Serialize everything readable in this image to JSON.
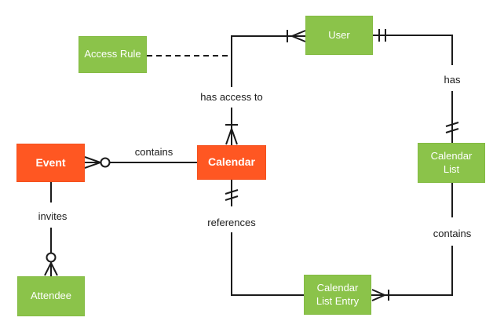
{
  "diagram": {
    "type": "entity-relationship",
    "notation": "crows-foot",
    "background": "#ffffff",
    "colors": {
      "green_entity": "#8bc34a",
      "orange_entity": "#ff5722",
      "line": "#1b1b1b",
      "label_text": "#1b1b1b",
      "entity_text": "#ffffff"
    },
    "entities": [
      {
        "name": "Access Rule",
        "color": "green"
      },
      {
        "name": "User",
        "color": "green"
      },
      {
        "name": "Event",
        "color": "orange"
      },
      {
        "name": "Calendar",
        "color": "orange"
      },
      {
        "name": "Calendar List",
        "color": "green"
      },
      {
        "name": "Attendee",
        "color": "green"
      },
      {
        "name": "Calendar List Entry",
        "color": "green"
      }
    ],
    "relationships": [
      {
        "label": "has access to",
        "from": "Calendar",
        "to": "User",
        "from_cardinality": "one-or-many",
        "to_cardinality": "one-or-many",
        "style": "solid"
      },
      {
        "label": "",
        "from": "Access Rule",
        "to": "has access to",
        "from_cardinality": "none",
        "to_cardinality": "none",
        "style": "dashed"
      },
      {
        "label": "has",
        "from": "User",
        "to": "Calendar List",
        "from_cardinality": "one-and-only-one",
        "to_cardinality": "one-and-only-one",
        "style": "solid"
      },
      {
        "label": "contains",
        "from": "Event",
        "to": "Calendar",
        "from_cardinality": "zero-or-many",
        "to_cardinality": "none",
        "style": "solid"
      },
      {
        "label": "invites",
        "from": "Event",
        "to": "Attendee",
        "from_cardinality": "none",
        "to_cardinality": "zero-or-many",
        "style": "solid"
      },
      {
        "label": "references",
        "from": "Calendar",
        "to": "Calendar List Entry",
        "from_cardinality": "one-and-only-one",
        "to_cardinality": "none",
        "style": "solid"
      },
      {
        "label": "contains",
        "from": "Calendar List",
        "to": "Calendar List Entry",
        "from_cardinality": "none",
        "to_cardinality": "one-or-many",
        "style": "solid"
      }
    ]
  }
}
